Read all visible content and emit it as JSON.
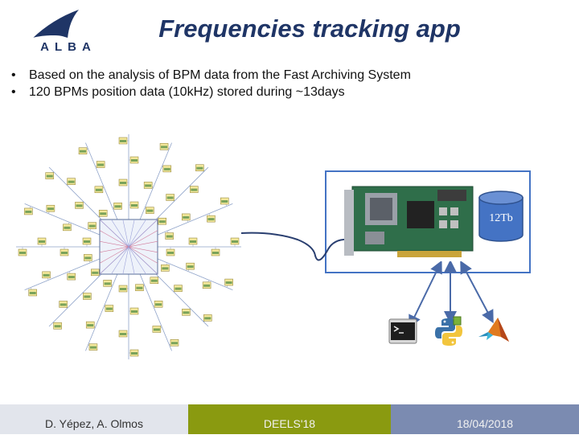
{
  "slide": {
    "title": "Frequencies tracking app",
    "bullets": [
      "Based on the analysis of BPM data from the Fast Archiving System",
      "120 BPMs position data (10kHz) stored during ~13days"
    ],
    "bullet_marker": "•"
  },
  "logo": {
    "text": "ALBA",
    "color": "#1f3566"
  },
  "storage": {
    "label": "12Tb",
    "color": "#4473c4"
  },
  "tools": [
    "terminal-icon",
    "python-icon",
    "matlab-icon"
  ],
  "footer": {
    "author": "D. Yépez, A. Olmos",
    "event": "DEELS'18",
    "date": "18/04/2018"
  },
  "colors": {
    "title": "#1f3566",
    "accent_box": "#4473c4",
    "footer_author_bg": "#e2e5ec",
    "footer_event_bg": "#8a9a10",
    "footer_date_bg": "#7b8bb1"
  }
}
